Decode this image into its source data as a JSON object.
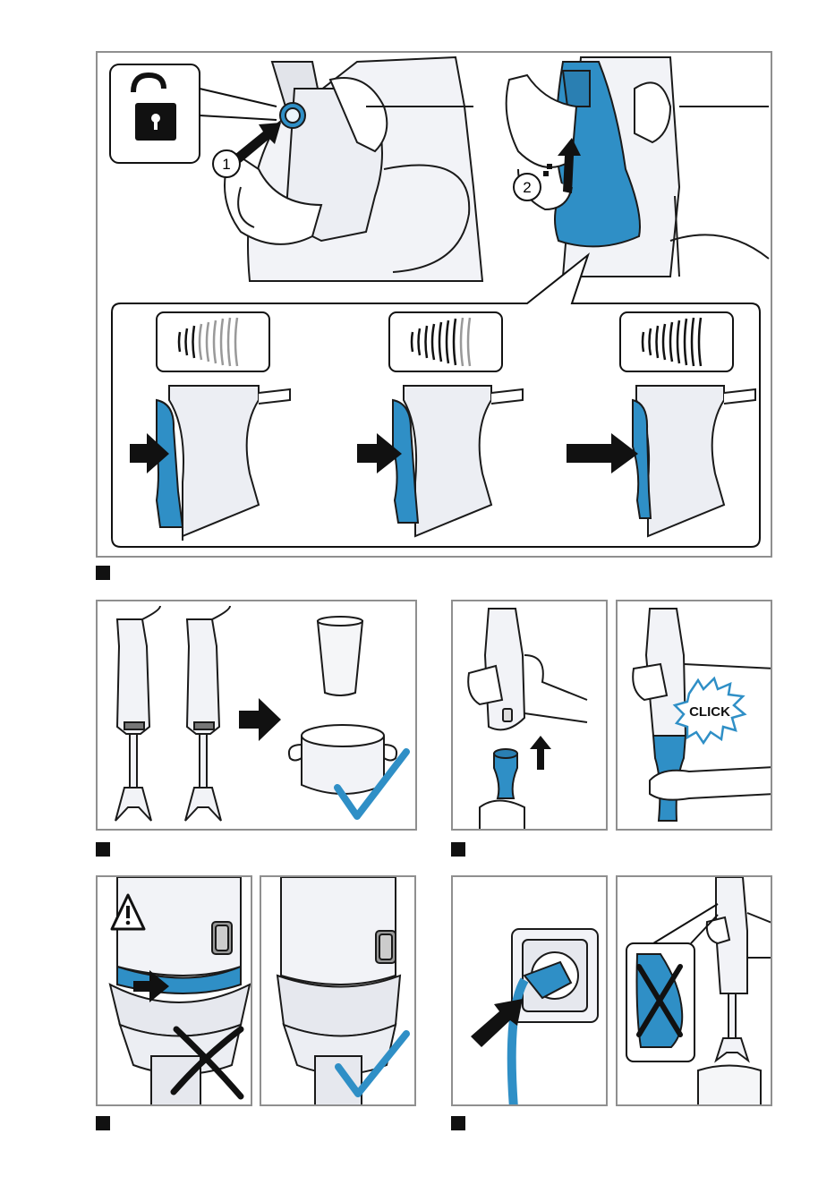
{
  "labels": {
    "step_one": "1",
    "step_two": "2",
    "click": "CLICK"
  },
  "colors": {
    "accent_blue": "#2f8fc6",
    "outline": "#1a1a1a",
    "panel_border": "#8f8f8f",
    "body_grey": "#eceef3",
    "check_blue": "#2f8fc6"
  },
  "icons": {
    "unlock": "unlock-padlock-icon",
    "warning": "warning-triangle-icon",
    "check": "checkmark-icon",
    "cross": "cross-icon",
    "arrow": "push-arrow-icon",
    "sound": "sound-level-icon"
  }
}
